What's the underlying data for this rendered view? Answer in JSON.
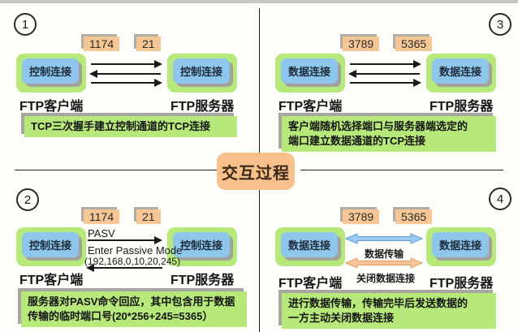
{
  "center": {
    "label": "交互过程"
  },
  "colors": {
    "node_green": "#b7e87a",
    "node_blue": "#8ec6ec",
    "port_peach": "#f6c795",
    "center_orange": "#f8c08a",
    "shadow_gray": "#a7a7a0",
    "transfer_arrow_fill": "#9ccaf0",
    "transfer_arrow_stroke": "#5a9bd8",
    "close_arrow_fill": "#f6c79b",
    "close_arrow_stroke": "#e59a62"
  },
  "quadrants": {
    "q1": {
      "number": "1",
      "left_port": "1174",
      "right_port": "21",
      "left_node": "控制连接",
      "right_node": "控制连接",
      "left_label": "FTP客户端",
      "right_label": "FTP服务器",
      "caption_lines": [
        "TCP三次握手建立控制通道的TCP连接"
      ]
    },
    "q3": {
      "number": "3",
      "left_port": "3789",
      "right_port": "5365",
      "left_node": "数据连接",
      "right_node": "数据连接",
      "left_label": "FTP客户端",
      "right_label": "FTP服务器",
      "caption_lines": [
        "客户端随机选择端口与服务器端选定的",
        "端口建立数据通道的TCP连接"
      ]
    },
    "q2": {
      "number": "2",
      "left_port": "1174",
      "right_port": "21",
      "left_node": "控制连接",
      "right_node": "控制连接",
      "left_label": "FTP客户端",
      "right_label": "FTP服务器",
      "pasv_command": "PASV",
      "passive_reply_line1": "Enter Passive Mode",
      "passive_reply_line2": "(192,168,0,10,20,245)",
      "caption_lines": [
        "服务器对PASV命令回应，其中包含用于数据",
        "传输的临时端口号(20*256+245=5365）"
      ]
    },
    "q4": {
      "number": "4",
      "left_port": "3789",
      "right_port": "5365",
      "left_node": "数据连接",
      "right_node": "数据连接",
      "left_label": "FTP客户端",
      "right_label": "FTP服务器",
      "data_transfer_label": "数据传输",
      "close_connection_label": "关闭数据连接",
      "caption_lines": [
        "进行数据传输，传输完毕后发送数据的",
        "一方主动关闭数据连接"
      ]
    }
  }
}
